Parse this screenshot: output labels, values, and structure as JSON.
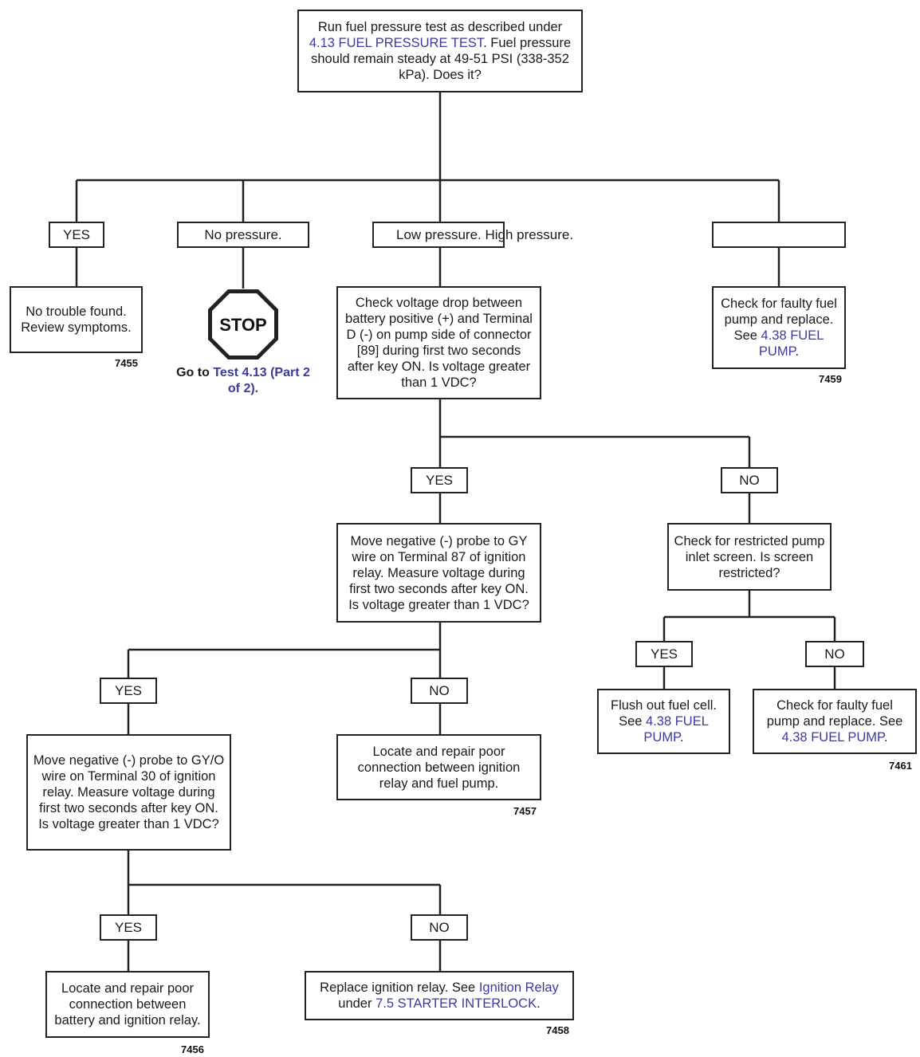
{
  "nodes": {
    "start": {
      "pre": "Run fuel pressure test as described under",
      "link": "4.13 FUEL PRESSURE TEST",
      "post": ". Fuel pressure should remain steady at 49-51 PSI (338-352 kPa). Does it?"
    },
    "no_trouble": "No trouble found. Review symptoms.",
    "goto_pre": "Go to",
    "goto_link": "Test 4.13 (Part 2 of 2).",
    "stop_sign": "STOP",
    "check_voltage_drop": "Check voltage drop between battery positive (+) and Terminal D (-) on pump side of connector [89] during first two seconds after key ON. Is voltage greater than 1 VDC?",
    "faulty_pump_1": {
      "pre": "Check for faulty fuel pump and replace. See",
      "link": "4.38 FUEL PUMP",
      "post": "."
    },
    "move_probe_gy": "Move negative (-) probe to GY wire on Terminal 87 of ignition relay. Measure voltage during first two seconds after key ON. Is voltage greater than 1 VDC?",
    "restricted_screen": "Check for restricted pump inlet screen. Is screen restricted?",
    "flush_cell": {
      "pre": "Flush out fuel cell. See",
      "link": "4.38 FUEL PUMP",
      "post": "."
    },
    "faulty_pump_2": {
      "pre": "Check for faulty fuel pump and replace. See",
      "link": "4.38 FUEL PUMP",
      "post": "."
    },
    "move_probe_gyo": "Move negative (-) probe to GY/O wire on Terminal 30 of ignition relay. Measure voltage during first two seconds after key ON. Is voltage greater than 1 VDC?",
    "repair_relay_pump": "Locate and repair poor connection between ignition relay and fuel pump.",
    "repair_battery_relay": "Locate and repair poor connection between battery and ignition relay.",
    "replace_relay": {
      "pre": "Replace ignition relay. See",
      "link1": "Ignition Relay",
      "mid": "under",
      "link2": "7.5 STARTER INTERLOCK",
      "post": "."
    }
  },
  "labels": {
    "yes": "YES",
    "no": "NO",
    "no_pressure": "No pressure.",
    "low_high": "Low pressure. High pressure."
  },
  "figure_numbers": {
    "f7455": "7455",
    "f7459": "7459",
    "f7457": "7457",
    "f7461": "7461",
    "f7456": "7456",
    "f7458": "7458"
  },
  "colors": {
    "link": "#3a3aa0",
    "line": "#222222"
  }
}
